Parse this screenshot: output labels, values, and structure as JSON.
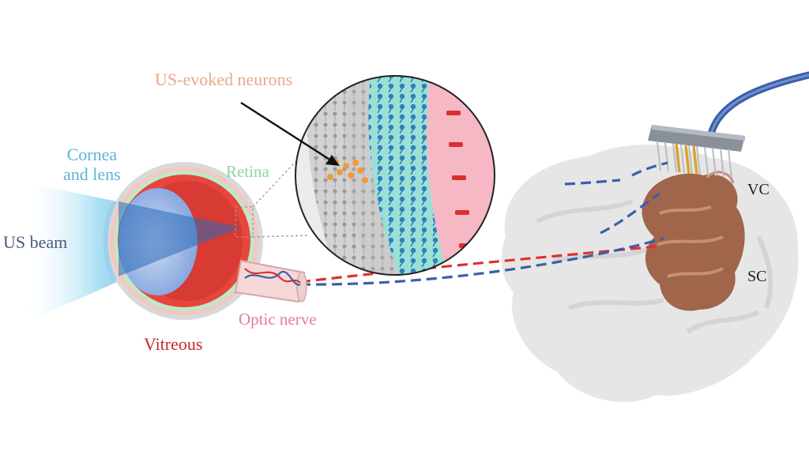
{
  "labels": {
    "us_evoked_neurons": "US-evoked neurons",
    "cornea_and_lens": "Cornea\nand lens",
    "retina": "Retina",
    "us_beam": "US beam",
    "optic_nerve": "Optic nerve",
    "vitreous": "Vitreous",
    "vc": "VC",
    "sc": "SC"
  },
  "colors": {
    "us_evoked_neurons": "#e8a988",
    "cornea_and_lens": "#5ab4d8",
    "retina": "#8fd4a8",
    "us_beam": "#4a5a7a",
    "optic_nerve": "#e87a9a",
    "vitreous": "#c8282c",
    "vc": "#222222",
    "sc": "#222222",
    "signal_red": "#e0302c",
    "signal_blue": "#3a5fa8",
    "brain_gray": "#e6e6e6",
    "brain_region": "#a0654a",
    "electrode_cable": "#3b5fa8",
    "inset_cyan": "#9ae0d6",
    "inset_pink": "#f6b8c4"
  },
  "icons": {
    "electrode": "electrode-array-icon",
    "brain": "brain-icon",
    "eye": "eye-icon",
    "retina_zoom": "retina-zoom-icon"
  }
}
